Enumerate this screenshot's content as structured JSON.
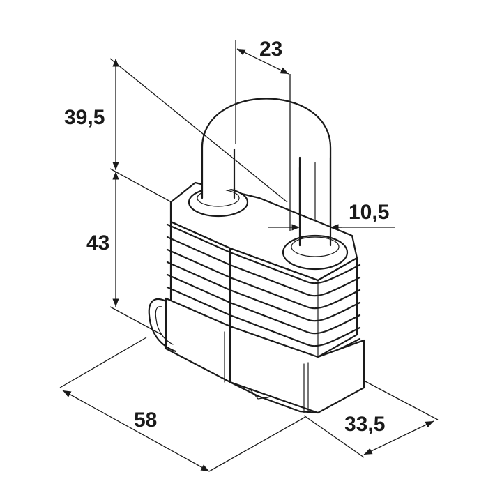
{
  "dimensions": {
    "shackle_clearance": "39,5",
    "body_height": "43",
    "shackle_inner_width": "23",
    "shackle_diameter": "10,5",
    "body_width": "58",
    "body_depth": "33,5"
  },
  "colors": {
    "stroke": "#1a1a1a",
    "background": "#ffffff"
  }
}
